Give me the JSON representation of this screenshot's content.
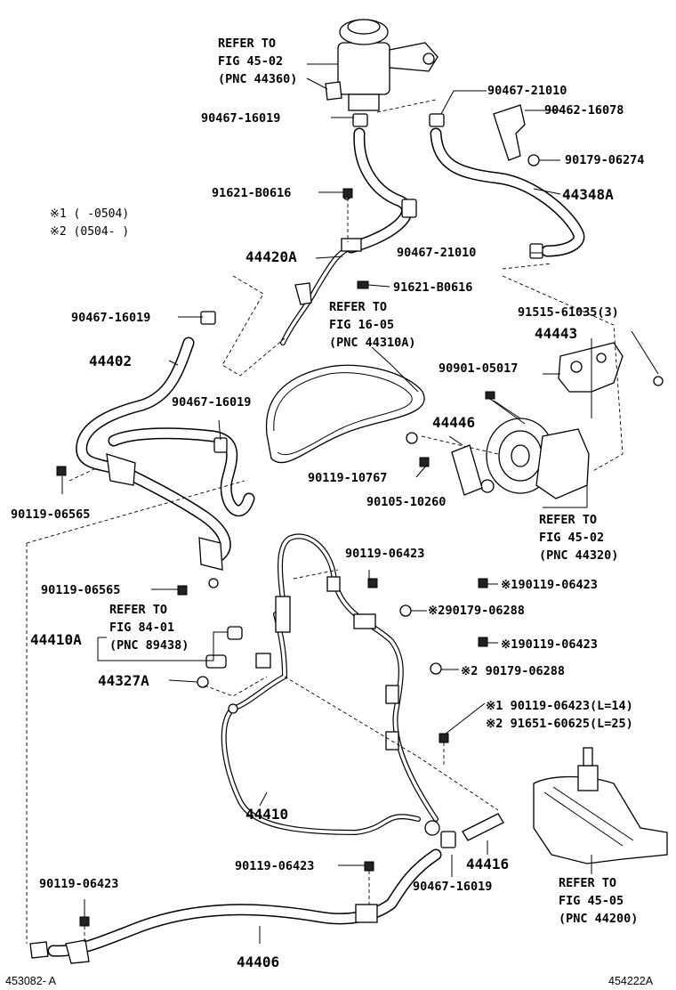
{
  "labels": {
    "refer_4502_top": [
      "REFER TO",
      "FIG 45-02",
      "(PNC 44360)"
    ],
    "p90467_16019_a": "90467-16019",
    "p90467_21010_a": "90467-21010",
    "p90462_16078": "90462-16078",
    "p90179_06274": "90179-06274",
    "p44348A": "44348A",
    "p91621_B0616_a": "91621-B0616",
    "note1": "※1 (     -0504)",
    "note2": "※2 (0504-     )",
    "p44420A": "44420A",
    "p90467_21010_b": "90467-21010",
    "p91621_B0616_b": "91621-B0616",
    "p90467_16019_b": "90467-16019",
    "refer_1605": [
      "REFER TO",
      "FIG 16-05",
      "(PNC 44310A)"
    ],
    "p91515_61035": "91515-61035(3)",
    "p44443": "44443",
    "p44402": "44402",
    "p90901_05017": "90901-05017",
    "p90467_16019_c": "90467-16019",
    "p44446": "44446",
    "p90119_10767": "90119-10767",
    "p90105_10260": "90105-10260",
    "p90119_06565_a": "90119-06565",
    "refer_4502_pump": [
      "REFER TO",
      "FIG 45-02",
      "(PNC 44320)"
    ],
    "p90119_06423_a": "90119-06423",
    "p90119_06565_b": "90119-06565",
    "p_x1_90119_06423_a": "※190119-06423",
    "refer_8401": [
      "REFER TO",
      "FIG 84-01",
      "(PNC 89438)"
    ],
    "p_x2_90179_06288_a": "※290179-06288",
    "p44410A": "44410A",
    "p_x1_90119_06423_b": "※190119-06423",
    "p44327A": "44327A",
    "p_x2_90179_06288_b": "※2 90179-06288",
    "p_x1_90119_06423_L14": "※1 90119-06423(L=14)",
    "p_x2_91651_60625_L25": "※2 91651-60625(L=25)",
    "p44410": "44410",
    "p90119_06423_c": "90119-06423",
    "p44416": "44416",
    "p90119_06423_d": "90119-06423",
    "p90467_16019_d": "90467-16019",
    "refer_4505": [
      "REFER TO",
      "FIG 45-05",
      "(PNC 44200)"
    ],
    "p44406": "44406",
    "code_left": "453082- A",
    "code_right": "454222A"
  }
}
